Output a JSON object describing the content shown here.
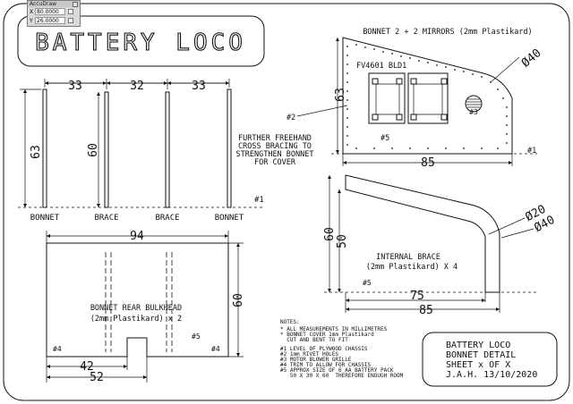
{
  "accudraw": {
    "title": "AccuDraw",
    "x_label": "X",
    "x_value": "80.0000",
    "y_label": "Y",
    "y_value": "26.0000"
  },
  "drawing": {
    "title": "BATTERY LOCO",
    "side_view": {
      "dim_top": [
        "33",
        "32",
        "33"
      ],
      "dim_left_outer": "63",
      "dim_left_inner": "60",
      "labels": [
        "BONNET",
        "BRACE",
        "BRACE",
        "BONNET"
      ],
      "ref_mark": "#1",
      "bracing_note": [
        "FURTHER FREEHAND",
        "CROSS BRACING TO",
        "STRENGTHEN BONNET",
        "FOR COVER"
      ]
    },
    "bonnet": {
      "title": "BONNET 2 + 2 MIRRORS (2mm Plastikard)",
      "code": "FV4601 BLD1",
      "dim_height": "63",
      "dim_width": "85",
      "diameter": "Ø40",
      "mark_2": "#2",
      "mark_3": "#3",
      "mark_5": "#5",
      "mark_1": "#1"
    },
    "internal_brace": {
      "label": [
        "INTERNAL BRACE",
        "(2mm Plastikard) X 4"
      ],
      "dim_h_outer": "60",
      "dim_h_inner": "50",
      "dim_w_inner": "75",
      "dim_w_outer": "85",
      "d_inner": "Ø20",
      "d_outer": "Ø40",
      "mark_5": "#5"
    },
    "bulkhead": {
      "dim_width": "94",
      "dim_height": "60",
      "dim_left": "42",
      "dim_total": "52",
      "label": [
        "BONNET REAR BULKHEAD",
        "(2mm Plastikard) x 2"
      ],
      "mark_4_left": "#4",
      "mark_4_right": "#4",
      "mark_5": "#5"
    },
    "notes": {
      "heading": "NOTES:",
      "lines": [
        "* ALL MEASUREMENTS IN MILLIMETRES",
        "* BONNET COVER 1mm Plastikard",
        "  CUT AND BENT TO FIT",
        "#1 LEVEL OF PLYWOOD CHASSIS",
        "#2 1mm RIVET HOLES",
        "#3 MOTOR BLOWER GRILLE",
        "#4 TRIM TO ALLOW FOR CHASSIS",
        "#5 APPROX SIZE OF 6 AA BATTERY PACK",
        "   50 X 30 X 60  THEREFORE ENOUGH ROOM"
      ]
    },
    "title_block": {
      "lines": [
        "BATTERY LOCO",
        "BONNET DETAIL",
        "SHEET x OF X",
        "J.A.H. 13/10/2020"
      ]
    }
  }
}
